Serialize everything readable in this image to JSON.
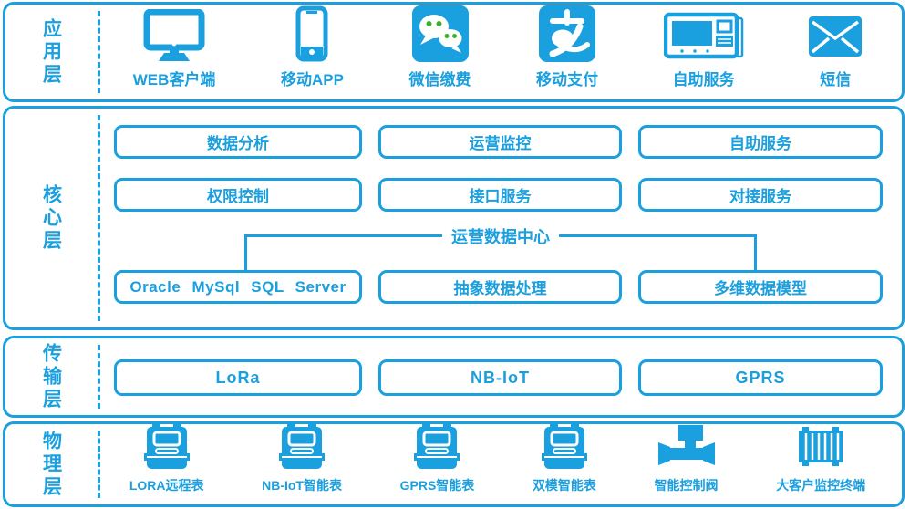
{
  "colors": {
    "primary": "#1a9fdf",
    "accent_green": "#3db02f"
  },
  "layers": {
    "application": {
      "label": "应用层",
      "items": [
        {
          "icon": "monitor-icon",
          "label": "WEB客户端"
        },
        {
          "icon": "smartphone-icon",
          "label": "移动APP"
        },
        {
          "icon": "wechat-icon",
          "label": "微信缴费"
        },
        {
          "icon": "alipay-icon",
          "label": "移动支付"
        },
        {
          "icon": "kiosk-icon",
          "label": "自助服务"
        },
        {
          "icon": "envelope-icon",
          "label": "短信"
        }
      ]
    },
    "core": {
      "label": "核心层",
      "row1": [
        "数据分析",
        "运营监控",
        "自助服务"
      ],
      "row2": [
        "权限控制",
        "接口服务",
        "对接服务"
      ],
      "bracket_label": "运营数据中心",
      "row3": [
        "Oracle MySql SQL Server",
        "抽象数据处理",
        "多维数据模型"
      ]
    },
    "transport": {
      "label": "传输层",
      "boxes": [
        "LoRa",
        "NB-IoT",
        "GPRS"
      ]
    },
    "physical": {
      "label": "物理层",
      "items": [
        {
          "icon": "meter-icon",
          "label": "LORA远程表"
        },
        {
          "icon": "meter-icon",
          "label": "NB-IoT智能表"
        },
        {
          "icon": "meter-icon",
          "label": "GPRS智能表"
        },
        {
          "icon": "meter-icon",
          "label": "双模智能表"
        },
        {
          "icon": "valve-icon",
          "label": "智能控制阀"
        },
        {
          "icon": "terminal-icon",
          "label": "大客户监控终端"
        }
      ]
    }
  }
}
